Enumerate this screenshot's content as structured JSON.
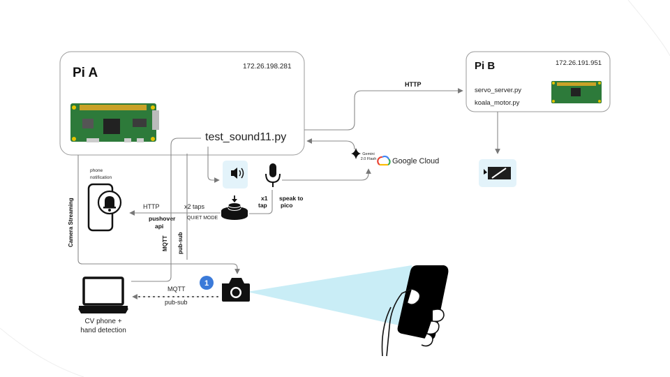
{
  "pi_a": {
    "title": "Pi A",
    "ip": "172.26.198.281",
    "script": "test_sound11.py"
  },
  "pi_b": {
    "title": "Pi B",
    "ip": "172.26.191.951",
    "file1": "servo_server.py",
    "file2": "koala_motor.py"
  },
  "links": {
    "http_top": "HTTP",
    "http_left": "HTTP",
    "pushover": [
      "pushover",
      "api"
    ],
    "x2_taps": "x2 taps",
    "quiet_mode": "QUIET MODE",
    "x1_tap": [
      "x1",
      "tap"
    ],
    "speak_to_pico": [
      "speak to",
      "pico"
    ],
    "camera_streaming": "Camera Streaming",
    "mqtt_vertical": "MQTT",
    "pubsub_vertical": "pub-sub",
    "mqtt_bottom": "MQTT",
    "pubsub_bottom": "pub-sub"
  },
  "phone_notification": [
    "phone",
    "notification"
  ],
  "gemini": [
    "Gemini",
    "2.0 Flash"
  ],
  "google_cloud": "Google Cloud",
  "laptop_label": [
    "CV phone +",
    "hand detection"
  ],
  "step_badge": "1",
  "colors": {
    "accent_bg": "#e3f3fa",
    "badge": "#3b7ad9",
    "cone": "#bfeaf5",
    "pi_board": "#2d7a3a"
  },
  "icons": [
    "raspberry-pi-board-icon",
    "speaker-icon",
    "microphone-icon",
    "button-icon",
    "phone-bell-icon",
    "laptop-icon",
    "camera-icon",
    "servo-motor-icon",
    "hand-phone-icon",
    "google-cloud-icon",
    "gemini-sparkle-icon"
  ]
}
